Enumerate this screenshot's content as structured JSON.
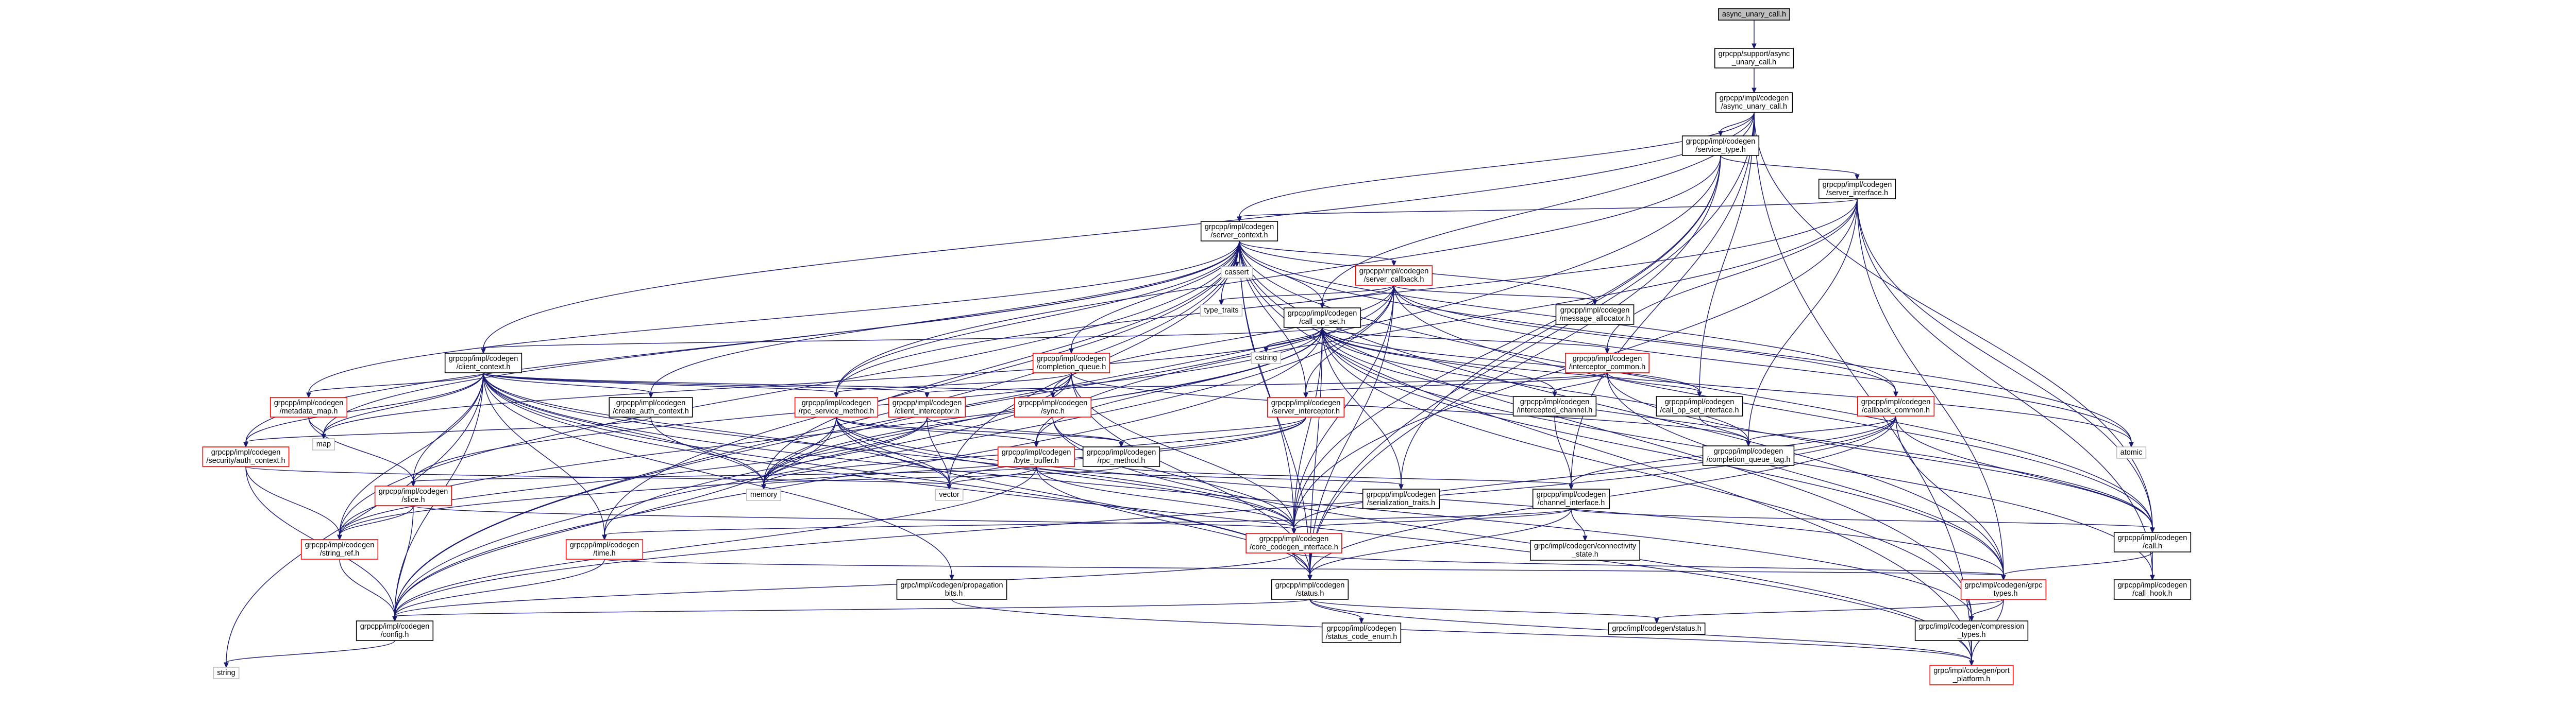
{
  "nodes": [
    {
      "id": "root",
      "kind": "root",
      "lines": [
        "async_unary_call.h"
      ]
    },
    {
      "id": "support",
      "kind": "plain",
      "lines": [
        "grpcpp/support/async",
        "_unary_call.h"
      ]
    },
    {
      "id": "cg_async",
      "kind": "plain",
      "lines": [
        "grpcpp/impl/codegen",
        "/async_unary_call.h"
      ]
    },
    {
      "id": "service_type",
      "kind": "plain",
      "lines": [
        "grpcpp/impl/codegen",
        "/service_type.h"
      ]
    },
    {
      "id": "server_interface",
      "kind": "plain",
      "lines": [
        "grpcpp/impl/codegen",
        "/server_interface.h"
      ]
    },
    {
      "id": "server_context",
      "kind": "plain",
      "lines": [
        "grpcpp/impl/codegen",
        "/server_context.h"
      ]
    },
    {
      "id": "cassert",
      "kind": "ghost",
      "lines": [
        "cassert"
      ]
    },
    {
      "id": "server_callback",
      "kind": "red",
      "lines": [
        "grpcpp/impl/codegen",
        "/server_callback.h"
      ]
    },
    {
      "id": "type_traits",
      "kind": "ghost",
      "lines": [
        "type_traits"
      ]
    },
    {
      "id": "message_allocator",
      "kind": "plain",
      "lines": [
        "grpcpp/impl/codegen",
        "/message_allocator.h"
      ]
    },
    {
      "id": "call_op_set",
      "kind": "plain",
      "lines": [
        "grpcpp/impl/codegen",
        "/call_op_set.h"
      ]
    },
    {
      "id": "client_context",
      "kind": "plain",
      "lines": [
        "grpcpp/impl/codegen",
        "/client_context.h"
      ]
    },
    {
      "id": "cstring",
      "kind": "ghost",
      "lines": [
        "cstring"
      ]
    },
    {
      "id": "completion_queue",
      "kind": "red",
      "lines": [
        "grpcpp/impl/codegen",
        "/completion_queue.h"
      ]
    },
    {
      "id": "interceptor_common",
      "kind": "red",
      "lines": [
        "grpcpp/impl/codegen",
        "/interceptor_common.h"
      ]
    },
    {
      "id": "metadata_map",
      "kind": "red",
      "lines": [
        "grpcpp/impl/codegen",
        "/metadata_map.h"
      ]
    },
    {
      "id": "create_auth_context",
      "kind": "plain",
      "lines": [
        "grpcpp/impl/codegen",
        "/create_auth_context.h"
      ]
    },
    {
      "id": "rpc_service_method",
      "kind": "red",
      "lines": [
        "grpcpp/impl/codegen",
        "/rpc_service_method.h"
      ]
    },
    {
      "id": "client_interceptor",
      "kind": "red",
      "lines": [
        "grpcpp/impl/codegen",
        "/client_interceptor.h"
      ]
    },
    {
      "id": "sync",
      "kind": "red",
      "lines": [
        "grpcpp/impl/codegen",
        "/sync.h"
      ]
    },
    {
      "id": "server_interceptor",
      "kind": "red",
      "lines": [
        "grpcpp/impl/codegen",
        "/server_interceptor.h"
      ]
    },
    {
      "id": "intercepted_channel",
      "kind": "plain",
      "lines": [
        "grpcpp/impl/codegen",
        "/intercepted_channel.h"
      ]
    },
    {
      "id": "call_op_set_interface",
      "kind": "plain",
      "lines": [
        "grpcpp/impl/codegen",
        "/call_op_set_interface.h"
      ]
    },
    {
      "id": "callback_common",
      "kind": "red",
      "lines": [
        "grpcpp/impl/codegen",
        "/callback_common.h"
      ]
    },
    {
      "id": "map",
      "kind": "ghost",
      "lines": [
        "map"
      ]
    },
    {
      "id": "security_auth_context",
      "kind": "red",
      "lines": [
        "grpcpp/impl/codegen",
        "/security/auth_context.h"
      ]
    },
    {
      "id": "byte_buffer",
      "kind": "red",
      "lines": [
        "grpcpp/impl/codegen",
        "/byte_buffer.h"
      ]
    },
    {
      "id": "rpc_method",
      "kind": "plain",
      "lines": [
        "grpcpp/impl/codegen",
        "/rpc_method.h"
      ]
    },
    {
      "id": "completion_queue_tag",
      "kind": "plain",
      "lines": [
        "grpcpp/impl/codegen",
        "/completion_queue_tag.h"
      ]
    },
    {
      "id": "atomic",
      "kind": "ghost",
      "lines": [
        "atomic"
      ]
    },
    {
      "id": "slice",
      "kind": "red",
      "lines": [
        "grpcpp/impl/codegen",
        "/slice.h"
      ]
    },
    {
      "id": "memory",
      "kind": "ghost",
      "lines": [
        "memory"
      ]
    },
    {
      "id": "vector",
      "kind": "ghost",
      "lines": [
        "vector"
      ]
    },
    {
      "id": "serialization_traits",
      "kind": "plain",
      "lines": [
        "grpcpp/impl/codegen",
        "/serialization_traits.h"
      ]
    },
    {
      "id": "channel_interface",
      "kind": "plain",
      "lines": [
        "grpcpp/impl/codegen",
        "/channel_interface.h"
      ]
    },
    {
      "id": "string_ref",
      "kind": "red",
      "lines": [
        "grpcpp/impl/codegen",
        "/string_ref.h"
      ]
    },
    {
      "id": "time",
      "kind": "red",
      "lines": [
        "grpcpp/impl/codegen",
        "/time.h"
      ]
    },
    {
      "id": "core_codegen_interface",
      "kind": "red",
      "lines": [
        "grpcpp/impl/codegen",
        "/core_codegen_interface.h"
      ]
    },
    {
      "id": "connectivity_state",
      "kind": "plain",
      "lines": [
        "grpc/impl/codegen/connectivity",
        "_state.h"
      ]
    },
    {
      "id": "call",
      "kind": "plain",
      "lines": [
        "grpcpp/impl/codegen",
        "/call.h"
      ]
    },
    {
      "id": "propagation_bits",
      "kind": "plain",
      "lines": [
        "grpc/impl/codegen/propagation",
        "_bits.h"
      ]
    },
    {
      "id": "status",
      "kind": "plain",
      "lines": [
        "grpcpp/impl/codegen",
        "/status.h"
      ]
    },
    {
      "id": "grpc_types",
      "kind": "red",
      "lines": [
        "grpc/impl/codegen/grpc",
        "_types.h"
      ]
    },
    {
      "id": "call_hook",
      "kind": "plain",
      "lines": [
        "grpcpp/impl/codegen",
        "/call_hook.h"
      ]
    },
    {
      "id": "config",
      "kind": "plain",
      "lines": [
        "grpcpp/impl/codegen",
        "/config.h"
      ]
    },
    {
      "id": "status_code_enum",
      "kind": "plain",
      "lines": [
        "grpcpp/impl/codegen",
        "/status_code_enum.h"
      ]
    },
    {
      "id": "c_status",
      "kind": "plain",
      "lines": [
        "grpc/impl/codegen/status.h"
      ]
    },
    {
      "id": "compression_types",
      "kind": "plain",
      "lines": [
        "grpc/impl/codegen/compression",
        "_types.h"
      ]
    },
    {
      "id": "string",
      "kind": "ghost",
      "lines": [
        "string"
      ]
    },
    {
      "id": "port_platform",
      "kind": "red",
      "lines": [
        "grpc/impl/codegen/port",
        "_platform.h"
      ]
    }
  ],
  "edges": [
    [
      "root",
      "support"
    ],
    [
      "support",
      "cg_async"
    ],
    [
      "cg_async",
      "service_type"
    ],
    [
      "cg_async",
      "server_context"
    ],
    [
      "cg_async",
      "call_op_set"
    ],
    [
      "cg_async",
      "client_context"
    ],
    [
      "cg_async",
      "call"
    ],
    [
      "cg_async",
      "channel_interface"
    ],
    [
      "cg_async",
      "status"
    ],
    [
      "cg_async",
      "port_platform"
    ],
    [
      "cg_async",
      "call_op_set_interface"
    ],
    [
      "service_type",
      "server_interface"
    ],
    [
      "service_type",
      "rpc_service_method"
    ],
    [
      "service_type",
      "serialization_traits"
    ],
    [
      "service_type",
      "status"
    ],
    [
      "service_type",
      "config"
    ],
    [
      "service_type",
      "core_codegen_interface"
    ],
    [
      "server_interface",
      "server_context"
    ],
    [
      "server_interface",
      "call"
    ],
    [
      "server_interface",
      "call_hook"
    ],
    [
      "server_interface",
      "completion_queue_tag"
    ],
    [
      "server_interface",
      "rpc_service_method"
    ],
    [
      "server_interface",
      "grpc_types"
    ],
    [
      "server_interface",
      "core_codegen_interface"
    ],
    [
      "server_interface",
      "interceptor_common"
    ],
    [
      "server_interface",
      "byte_buffer"
    ],
    [
      "server_context",
      "cassert"
    ],
    [
      "server_context",
      "server_callback"
    ],
    [
      "server_context",
      "type_traits"
    ],
    [
      "server_context",
      "message_allocator"
    ],
    [
      "server_context",
      "call_op_set"
    ],
    [
      "server_context",
      "completion_queue"
    ],
    [
      "server_context",
      "create_auth_context"
    ],
    [
      "server_context",
      "metadata_map"
    ],
    [
      "server_context",
      "rpc_service_method"
    ],
    [
      "server_context",
      "server_interceptor"
    ],
    [
      "server_context",
      "security_auth_context"
    ],
    [
      "server_context",
      "string_ref"
    ],
    [
      "server_context",
      "time"
    ],
    [
      "server_context",
      "map"
    ],
    [
      "server_context",
      "memory"
    ],
    [
      "server_context",
      "vector"
    ],
    [
      "server_context",
      "config"
    ],
    [
      "server_context",
      "port_platform"
    ],
    [
      "server_context",
      "compression_types"
    ],
    [
      "server_context",
      "call"
    ],
    [
      "server_context",
      "callback_common"
    ],
    [
      "server_context",
      "atomic"
    ],
    [
      "server_context",
      "core_codegen_interface"
    ],
    [
      "server_context",
      "grpc_types"
    ],
    [
      "server_context",
      "status"
    ],
    [
      "server_callback",
      "type_traits"
    ],
    [
      "server_callback",
      "call_op_set"
    ],
    [
      "server_callback",
      "message_allocator"
    ],
    [
      "server_callback",
      "callback_common"
    ],
    [
      "server_callback",
      "config"
    ],
    [
      "server_callback",
      "core_codegen_interface"
    ],
    [
      "server_callback",
      "server_interceptor"
    ],
    [
      "server_callback",
      "status"
    ],
    [
      "server_callback",
      "atomic"
    ],
    [
      "server_callback",
      "sync"
    ],
    [
      "server_callback",
      "call"
    ],
    [
      "server_callback",
      "memory"
    ],
    [
      "call_op_set",
      "cstring"
    ],
    [
      "call_op_set",
      "client_context"
    ],
    [
      "call_op_set",
      "interceptor_common"
    ],
    [
      "call_op_set",
      "completion_queue_tag"
    ],
    [
      "call_op_set",
      "call_op_set_interface"
    ],
    [
      "call_op_set",
      "intercepted_channel"
    ],
    [
      "call_op_set",
      "call"
    ],
    [
      "call_op_set",
      "call_hook"
    ],
    [
      "call_op_set",
      "byte_buffer"
    ],
    [
      "call_op_set",
      "config"
    ],
    [
      "call_op_set",
      "core_codegen_interface"
    ],
    [
      "call_op_set",
      "serialization_traits"
    ],
    [
      "call_op_set",
      "slice"
    ],
    [
      "call_op_set",
      "status"
    ],
    [
      "call_op_set",
      "string_ref"
    ],
    [
      "call_op_set",
      "grpc_types"
    ],
    [
      "call_op_set",
      "compression_types"
    ],
    [
      "call_op_set",
      "map"
    ],
    [
      "call_op_set",
      "memory"
    ],
    [
      "call_op_set",
      "atomic"
    ],
    [
      "client_context",
      "metadata_map"
    ],
    [
      "client_context",
      "create_auth_context"
    ],
    [
      "client_context",
      "rpc_service_method"
    ],
    [
      "client_context",
      "client_interceptor"
    ],
    [
      "client_context",
      "sync"
    ],
    [
      "client_context",
      "security_auth_context"
    ],
    [
      "client_context",
      "slice"
    ],
    [
      "client_context",
      "string_ref"
    ],
    [
      "client_context",
      "time"
    ],
    [
      "client_context",
      "config"
    ],
    [
      "client_context",
      "core_codegen_interface"
    ],
    [
      "client_context",
      "status"
    ],
    [
      "client_context",
      "propagation_bits"
    ],
    [
      "client_context",
      "map"
    ],
    [
      "client_context",
      "memory"
    ],
    [
      "client_context",
      "string"
    ],
    [
      "client_context",
      "vector"
    ],
    [
      "client_context",
      "compression_types"
    ],
    [
      "client_context",
      "port_platform"
    ],
    [
      "completion_queue",
      "rpc_service_method"
    ],
    [
      "completion_queue",
      "sync"
    ],
    [
      "completion_queue",
      "completion_queue_tag"
    ],
    [
      "completion_queue",
      "time"
    ],
    [
      "completion_queue",
      "status"
    ],
    [
      "completion_queue",
      "core_codegen_interface"
    ],
    [
      "completion_queue",
      "memory"
    ],
    [
      "interceptor_common",
      "client_interceptor"
    ],
    [
      "interceptor_common",
      "server_interceptor"
    ],
    [
      "interceptor_common",
      "call_op_set_interface"
    ],
    [
      "interceptor_common",
      "intercepted_channel"
    ],
    [
      "interceptor_common",
      "call"
    ],
    [
      "interceptor_common",
      "grpc_types"
    ],
    [
      "interceptor_common",
      "array"
    ],
    [
      "metadata_map",
      "map"
    ],
    [
      "metadata_map",
      "slice"
    ],
    [
      "create_auth_context",
      "security_auth_context"
    ],
    [
      "create_auth_context",
      "memory"
    ],
    [
      "rpc_service_method",
      "rpc_method"
    ],
    [
      "rpc_service_method",
      "byte_buffer"
    ],
    [
      "rpc_service_method",
      "config"
    ],
    [
      "rpc_service_method",
      "status"
    ],
    [
      "rpc_service_method",
      "memory"
    ],
    [
      "rpc_service_method",
      "vector"
    ],
    [
      "rpc_service_method",
      "core_codegen_interface"
    ],
    [
      "rpc_service_method",
      "grpc_types"
    ],
    [
      "client_interceptor",
      "rpc_method"
    ],
    [
      "client_interceptor",
      "string_ref"
    ],
    [
      "client_interceptor",
      "memory"
    ],
    [
      "client_interceptor",
      "vector"
    ],
    [
      "sync",
      "core_codegen_interface"
    ],
    [
      "sync",
      "port_platform"
    ],
    [
      "server_interceptor",
      "rpc_method"
    ],
    [
      "server_interceptor",
      "string_ref"
    ],
    [
      "server_interceptor",
      "memory"
    ],
    [
      "server_interceptor",
      "vector"
    ],
    [
      "intercepted_channel",
      "channel_interface"
    ],
    [
      "call_op_set_interface",
      "completion_queue_tag"
    ],
    [
      "callback_common",
      "channel_interface"
    ],
    [
      "callback_common",
      "call"
    ],
    [
      "callback_common",
      "core_codegen_interface"
    ],
    [
      "callback_common",
      "completion_queue_tag"
    ],
    [
      "callback_common",
      "config"
    ],
    [
      "callback_common",
      "status"
    ],
    [
      "callback_common",
      "grpc_types"
    ],
    [
      "callback_common",
      "functional"
    ],
    [
      "security_auth_context",
      "string_ref"
    ],
    [
      "security_auth_context",
      "config"
    ],
    [
      "security_auth_context",
      "vector"
    ],
    [
      "byte_buffer",
      "serialization_traits"
    ],
    [
      "byte_buffer",
      "slice"
    ],
    [
      "byte_buffer",
      "status"
    ],
    [
      "byte_buffer",
      "core_codegen_interface"
    ],
    [
      "byte_buffer",
      "config"
    ],
    [
      "byte_buffer",
      "vector"
    ],
    [
      "rpc_method",
      "channel_interface"
    ],
    [
      "rpc_method",
      "memory"
    ],
    [
      "slice",
      "string_ref"
    ],
    [
      "slice",
      "core_codegen_interface"
    ],
    [
      "slice",
      "config"
    ],
    [
      "channel_interface",
      "connectivity_state"
    ],
    [
      "channel_interface",
      "status"
    ],
    [
      "channel_interface",
      "time"
    ],
    [
      "channel_interface",
      "core_codegen_interface"
    ],
    [
      "channel_interface",
      "call"
    ],
    [
      "string_ref",
      "config"
    ],
    [
      "time",
      "grpc_types"
    ],
    [
      "time",
      "config"
    ],
    [
      "core_codegen_interface",
      "status"
    ],
    [
      "core_codegen_interface",
      "config"
    ],
    [
      "core_codegen_interface",
      "grpc_types"
    ],
    [
      "call",
      "call_hook"
    ],
    [
      "call",
      "grpc_types"
    ],
    [
      "propagation_bits",
      "port_platform"
    ],
    [
      "status",
      "status_code_enum"
    ],
    [
      "status",
      "c_status"
    ],
    [
      "status",
      "config"
    ],
    [
      "status",
      "port_platform"
    ],
    [
      "grpc_types",
      "compression_types"
    ],
    [
      "grpc_types",
      "c_status"
    ],
    [
      "grpc_types",
      "port_platform"
    ],
    [
      "compression_types",
      "port_platform"
    ],
    [
      "config",
      "string"
    ]
  ]
}
